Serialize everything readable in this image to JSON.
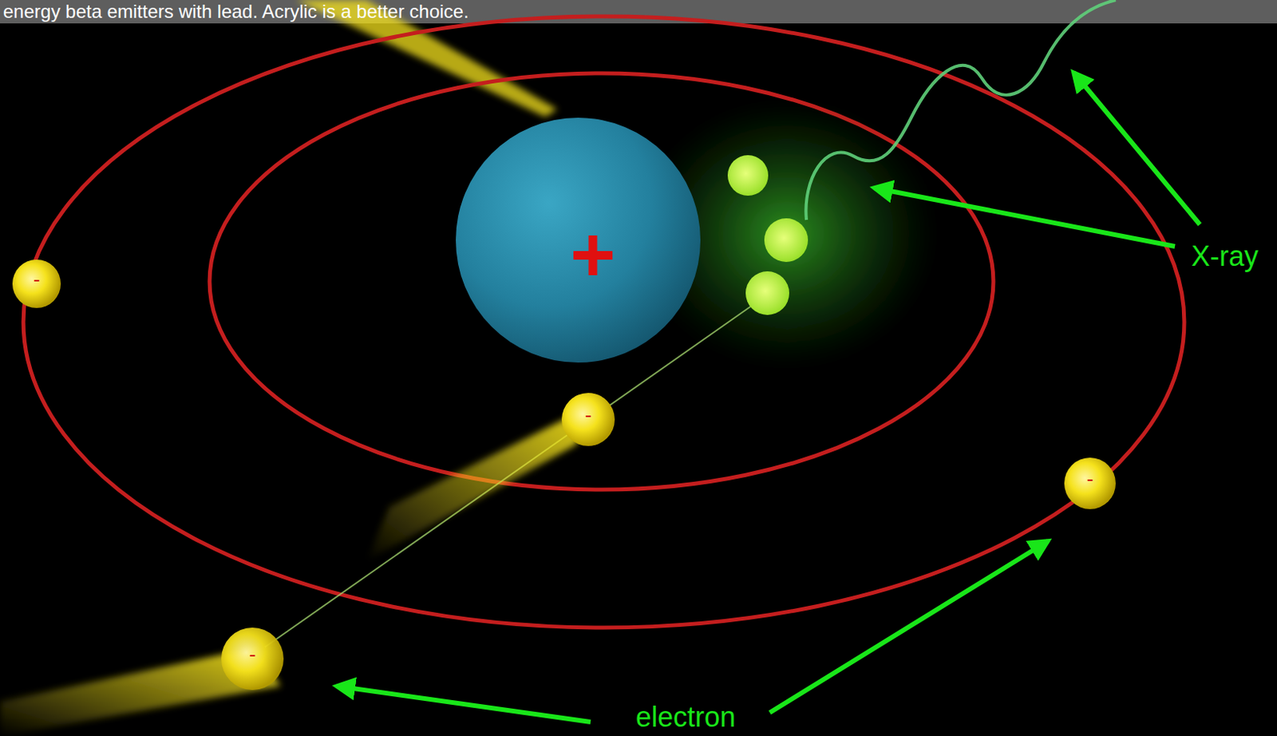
{
  "diagram": {
    "labels": [
      "energy beta emitters with lead. Acrylic is a better choice.",
      "X-ray",
      "electron",
      "+",
      "-",
      "-",
      "-",
      "-"
    ]
  }
}
